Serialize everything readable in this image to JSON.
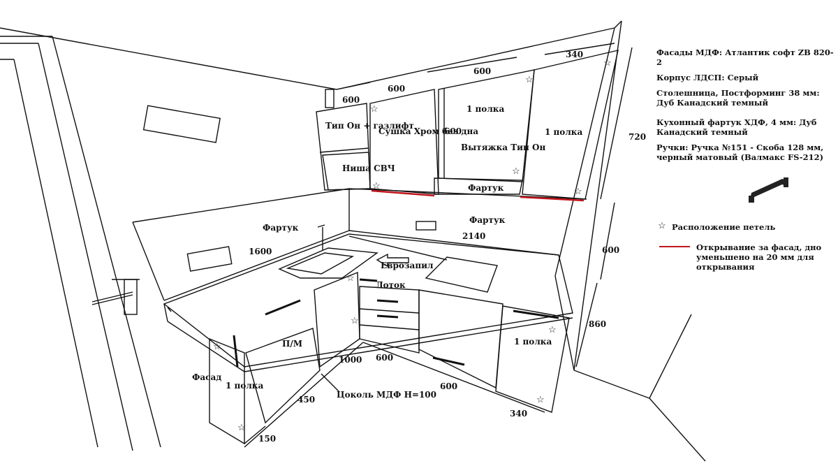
{
  "notes": [
    "Фасады МДФ: Атлантик софт ZB 820-2",
    "Корпус ЛДСП: Серый",
    "Столешница, Постформинг 38 мм: Дуб Канадский темный",
    "Кухонный фартук ХДФ, 4 мм: Дуб Канадский темный",
    "Ручки: Ручка №151 - Скоба 128 мм, черный матовый (Валмакс FS-212)"
  ],
  "legend": {
    "hinges": "Расположение петель",
    "facade_opening": "Открывание за фасад, дно уменьшено на 20 мм для открывания"
  },
  "colors": {
    "line": "#111111",
    "accent_red": "#c0161c",
    "background": "#ffffff"
  },
  "labels": {
    "tip_on_gazlift": "Тип Он + газлифт",
    "nisha_svch": "Ниша СВЧ",
    "sushka": "Сушка Хром без дна",
    "polka_1_top": "1 полка",
    "vytyazhka": "Вытяжка Тип Он",
    "polka_1_right": "1 полка",
    "fartuk_top": "Фартук",
    "fartuk_left": "Фартук",
    "fartuk_right": "Фартук",
    "evrozapil": "Еврозапил",
    "lotok": "Лоток",
    "pm": "П/М",
    "fasad": "Фасад",
    "polka_1_left": "1 полка",
    "polka_1_bottom_right": "1 полка",
    "cokol": "Цоколь МДФ Н=100"
  },
  "dimensions": {
    "d600_a": "600",
    "d600_b": "600",
    "d600_c": "600",
    "d340_top": "340",
    "d600_vert": "600",
    "d720": "720",
    "d1600": "1600",
    "d2140": "2140",
    "d600_right": "600",
    "d860": "860",
    "d1000": "1000",
    "d600_bot1": "600",
    "d600_bot2": "600",
    "d450": "450",
    "d150": "150",
    "d340_bot": "340"
  }
}
